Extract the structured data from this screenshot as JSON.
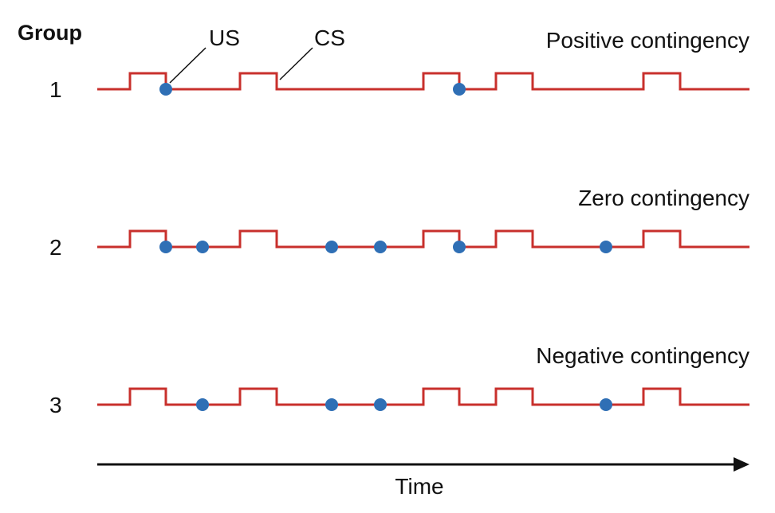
{
  "header": {
    "group_label": "Group"
  },
  "colors": {
    "cs_line": "#c8302c",
    "us_dot": "#2f6fb5",
    "text": "#111111",
    "axis": "#111111"
  },
  "callouts": {
    "us_label": "US",
    "cs_label": "CS"
  },
  "axis": {
    "label": "Time"
  },
  "cs_pulses": [
    [
      163,
      208
    ],
    [
      301,
      347
    ],
    [
      531,
      576
    ],
    [
      622,
      668
    ],
    [
      807,
      853
    ]
  ],
  "groups": [
    {
      "number": "1",
      "contingency": "Positive contingency",
      "us_times": [
        208,
        576
      ]
    },
    {
      "number": "2",
      "contingency": "Zero contingency",
      "us_times": [
        208,
        254,
        416,
        477,
        576,
        760
      ]
    },
    {
      "number": "3",
      "contingency": "Negative contingency",
      "us_times": [
        254,
        416,
        477,
        760
      ]
    }
  ]
}
